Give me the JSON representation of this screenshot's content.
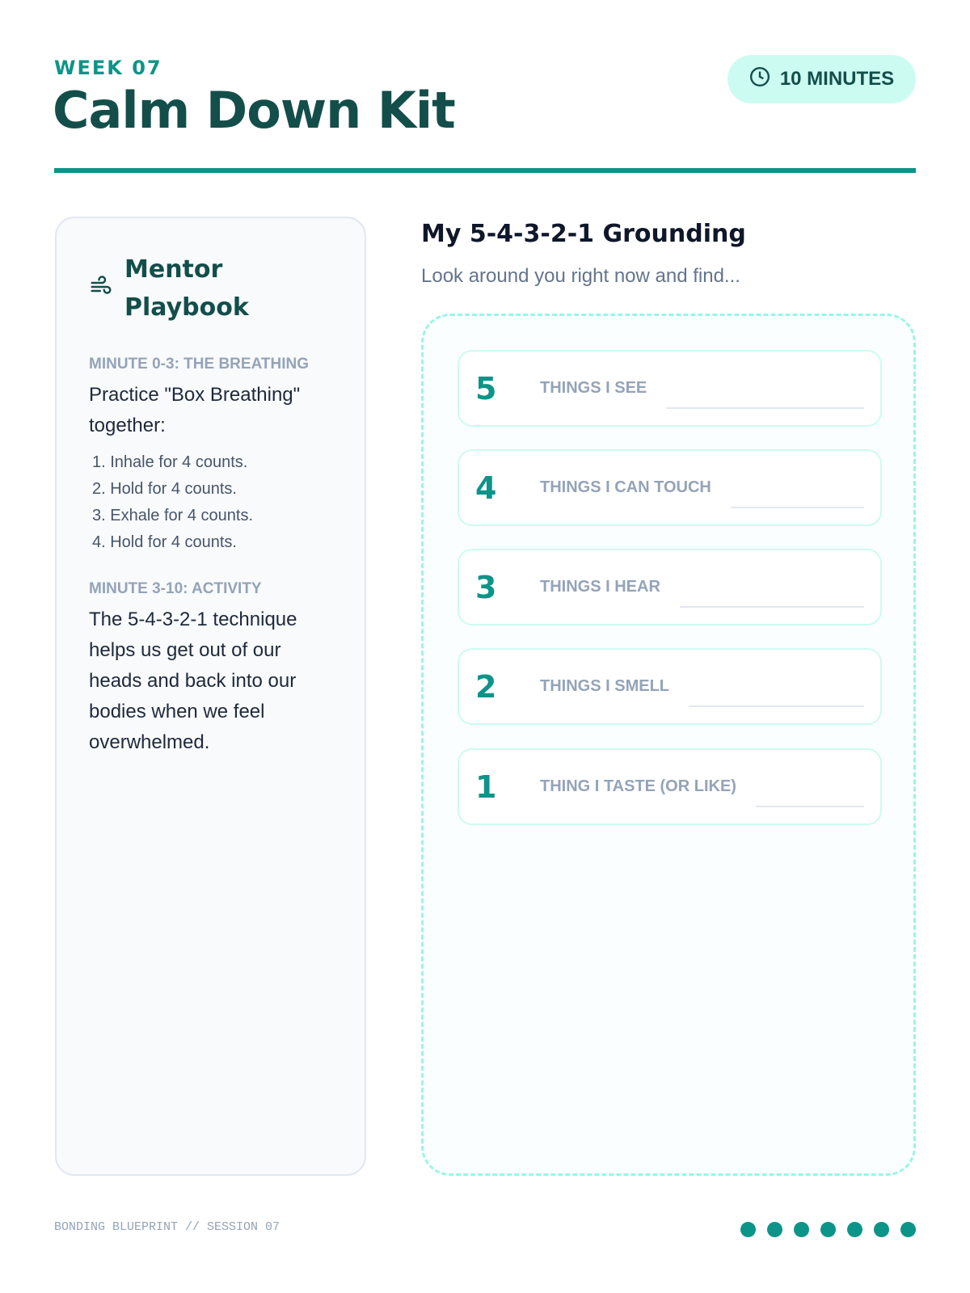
{
  "header": {
    "week": "WEEK 07",
    "title": "Calm Down Kit",
    "duration": "10 MINUTES",
    "icon": "clock-icon"
  },
  "playbook": {
    "title_line1": "Mentor",
    "title_line2": "Playbook",
    "icon": "wind-icon",
    "section1_label": "MINUTE 0-3: THE BREATHING",
    "section1_text": "Practice \"Box Breathing\" together:",
    "steps": [
      "1. Inhale for 4 counts.",
      "2. Hold for 4 counts.",
      "3. Exhale for 4 counts.",
      "4. Hold for 4 counts."
    ],
    "section2_label": "MINUTE 3-10: ACTIVITY",
    "section2_text": "The 5-4-3-2-1 technique helps us get out of our heads and back into our bodies when we feel overwhelmed."
  },
  "grounding": {
    "title": "My 5-4-3-2-1 Grounding",
    "subtitle": "Look around you right now and find...",
    "items": [
      {
        "num": "5",
        "label": "THINGS I SEE"
      },
      {
        "num": "4",
        "label": "THINGS I CAN TOUCH"
      },
      {
        "num": "3",
        "label": "THINGS I HEAR"
      },
      {
        "num": "2",
        "label": "THINGS I SMELL"
      },
      {
        "num": "1",
        "label": "THING I TASTE (OR LIKE)"
      }
    ]
  },
  "footer": {
    "text": "BONDING BLUEPRINT // SESSION 07",
    "dots": 7
  },
  "colors": {
    "accent": "#0d9488",
    "dark": "#134e4a",
    "mint": "#ccfbf1"
  }
}
